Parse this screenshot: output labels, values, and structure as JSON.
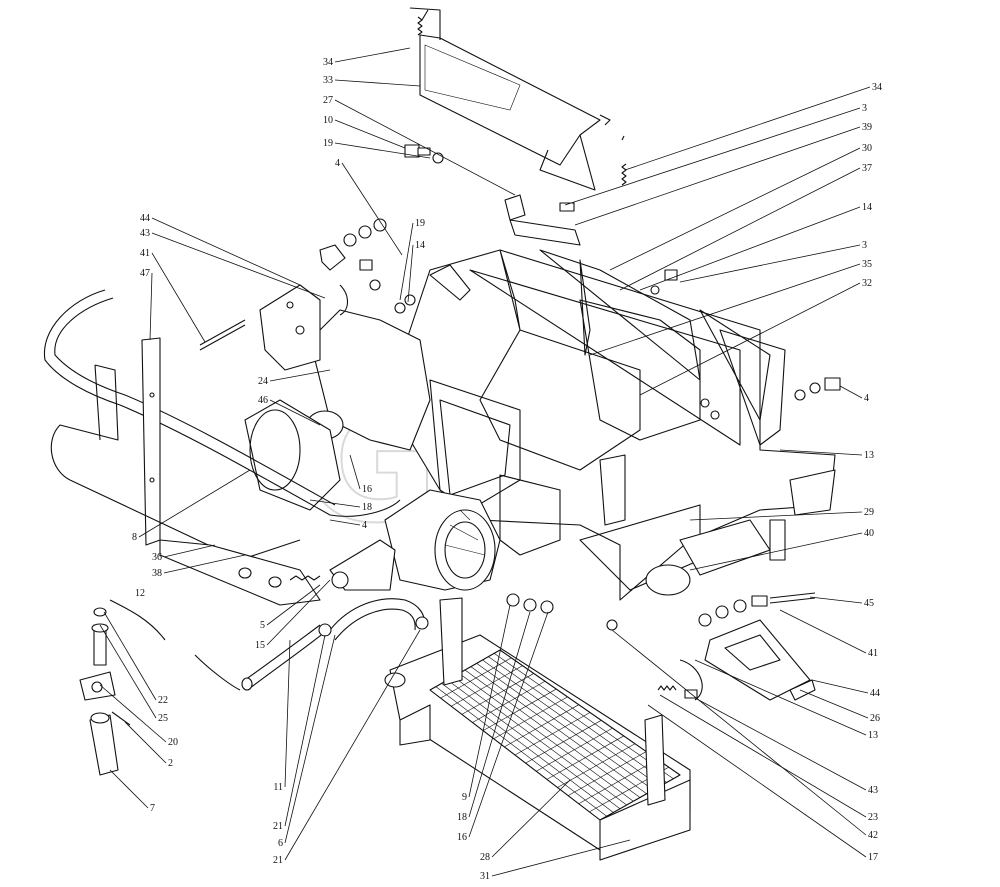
{
  "watermark": "GPM",
  "callouts": [
    {
      "id": "c1",
      "text": "34"
    },
    {
      "id": "c2",
      "text": "33"
    },
    {
      "id": "c3",
      "text": "27"
    },
    {
      "id": "c4",
      "text": "10"
    },
    {
      "id": "c5",
      "text": "19"
    },
    {
      "id": "c6",
      "text": "4"
    },
    {
      "id": "c7",
      "text": "19"
    },
    {
      "id": "c8",
      "text": "14"
    },
    {
      "id": "c9",
      "text": "44"
    },
    {
      "id": "c10",
      "text": "43"
    },
    {
      "id": "c11",
      "text": "41"
    },
    {
      "id": "c12",
      "text": "47"
    },
    {
      "id": "c13",
      "text": "24"
    },
    {
      "id": "c14",
      "text": "46"
    },
    {
      "id": "c15",
      "text": "16"
    },
    {
      "id": "c16",
      "text": "18"
    },
    {
      "id": "c17",
      "text": "4"
    },
    {
      "id": "c18",
      "text": "8"
    },
    {
      "id": "c19",
      "text": "36"
    },
    {
      "id": "c20",
      "text": "38"
    },
    {
      "id": "c21",
      "text": "12"
    },
    {
      "id": "c22",
      "text": "5"
    },
    {
      "id": "c23",
      "text": "15"
    },
    {
      "id": "c24",
      "text": "22"
    },
    {
      "id": "c25",
      "text": "25"
    },
    {
      "id": "c26",
      "text": "20"
    },
    {
      "id": "c27",
      "text": "2"
    },
    {
      "id": "c28",
      "text": "7"
    },
    {
      "id": "c29",
      "text": "11"
    },
    {
      "id": "c30",
      "text": "21"
    },
    {
      "id": "c31",
      "text": "6"
    },
    {
      "id": "c32",
      "text": "21"
    },
    {
      "id": "c33",
      "text": "9"
    },
    {
      "id": "c34",
      "text": "18"
    },
    {
      "id": "c35",
      "text": "16"
    },
    {
      "id": "c36",
      "text": "28"
    },
    {
      "id": "c37",
      "text": "31"
    },
    {
      "id": "c38",
      "text": "34"
    },
    {
      "id": "c39",
      "text": "3"
    },
    {
      "id": "c40",
      "text": "39"
    },
    {
      "id": "c41",
      "text": "30"
    },
    {
      "id": "c42",
      "text": "37"
    },
    {
      "id": "c43",
      "text": "14"
    },
    {
      "id": "c44",
      "text": "3"
    },
    {
      "id": "c45",
      "text": "35"
    },
    {
      "id": "c46",
      "text": "32"
    },
    {
      "id": "c47",
      "text": "4"
    },
    {
      "id": "c48",
      "text": "13"
    },
    {
      "id": "c49",
      "text": "29"
    },
    {
      "id": "c50",
      "text": "40"
    },
    {
      "id": "c51",
      "text": "45"
    },
    {
      "id": "c52",
      "text": "41"
    },
    {
      "id": "c53",
      "text": "44"
    },
    {
      "id": "c54",
      "text": "26"
    },
    {
      "id": "c55",
      "text": "13"
    },
    {
      "id": "c56",
      "text": "43"
    },
    {
      "id": "c57",
      "text": "23"
    },
    {
      "id": "c58",
      "text": "42"
    },
    {
      "id": "c59",
      "text": "17"
    }
  ]
}
